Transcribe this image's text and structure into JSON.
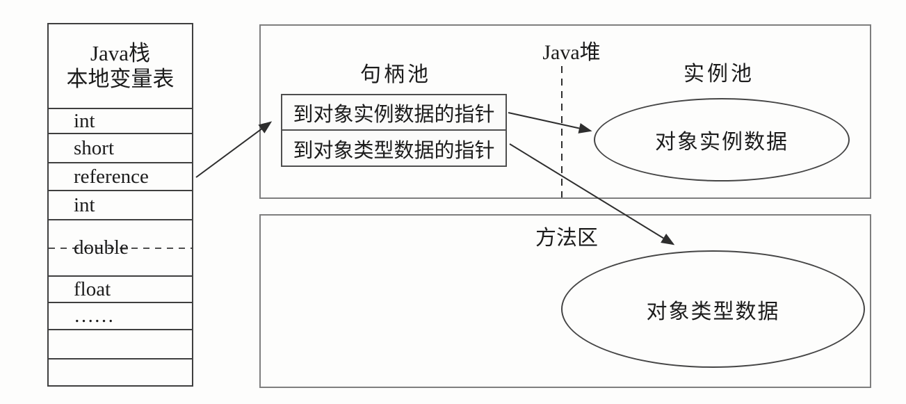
{
  "colors": {
    "background": "#fdfdfc",
    "line": "#2e2e2e",
    "table_border": "#3f3f3f",
    "outer_box_border": "#7e7e7e",
    "text": "#1c1c1c"
  },
  "java_stack": {
    "title_line1": "Java栈",
    "title_line2": "本地变量表",
    "slots": [
      "int",
      "short",
      "reference",
      "int",
      "double",
      "float",
      "……",
      "",
      ""
    ]
  },
  "java_heap": {
    "label": "Java堆",
    "handle_pool_label": "句柄池",
    "instance_pool_label": "实例池",
    "handle_entries": [
      "到对象实例数据的指针",
      "到对象类型数据的指针"
    ],
    "instance_data_label": "对象实例数据"
  },
  "method_area": {
    "label": "方法区",
    "type_data_label": "对象类型数据"
  }
}
